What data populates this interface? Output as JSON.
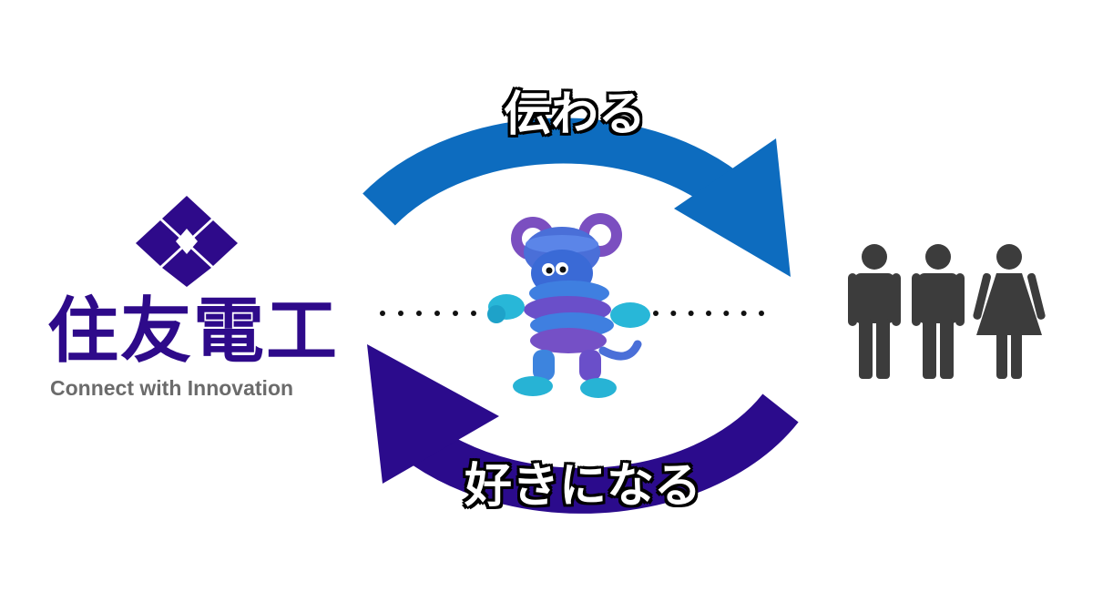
{
  "company": {
    "name": "住友電工",
    "tagline": "Connect with Innovation"
  },
  "cycle": {
    "top_label": "伝わる",
    "bottom_label": "好きになる"
  },
  "icons": {
    "logo": "sumitomo-diamond-logo-icon",
    "mascot": "clay-mascot-icon",
    "people": [
      "man-icon",
      "man-icon",
      "woman-icon"
    ]
  },
  "colors": {
    "logo_purple": "#2e0a8a",
    "top_arrow": "#0d6cbf",
    "bottom_arrow": "#2b0b8c",
    "tagline_gray": "#6b6b6b",
    "people_gray": "#3c3c3c",
    "label_text": "#ffffff",
    "label_outline": "#000000"
  }
}
